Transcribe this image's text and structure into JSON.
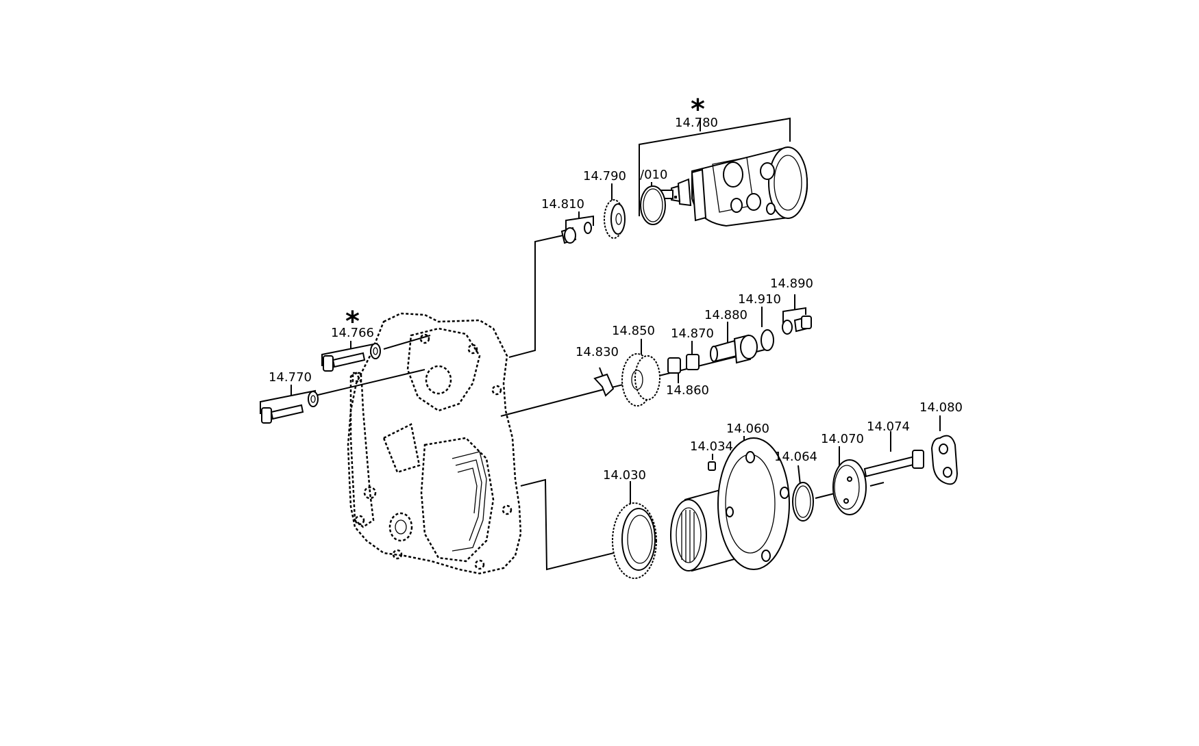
{
  "labels": {
    "p14780": "14.780",
    "p14790": "14.790",
    "p010": "/010",
    "p14810": "14.810",
    "p14766": "14.766",
    "p14770": "14.770",
    "p14890": "14.890",
    "p14910": "14.910",
    "p14880": "14.880",
    "p14850": "14.850",
    "p14870": "14.870",
    "p14830": "14.830",
    "p14860": "14.860",
    "p14080": "14.080",
    "p14060": "14.060",
    "p14074": "14.074",
    "p14034": "14.034",
    "p14070": "14.070",
    "p14064": "14.064",
    "p14030": "14.030"
  },
  "markers": {
    "asterisk": "*"
  }
}
